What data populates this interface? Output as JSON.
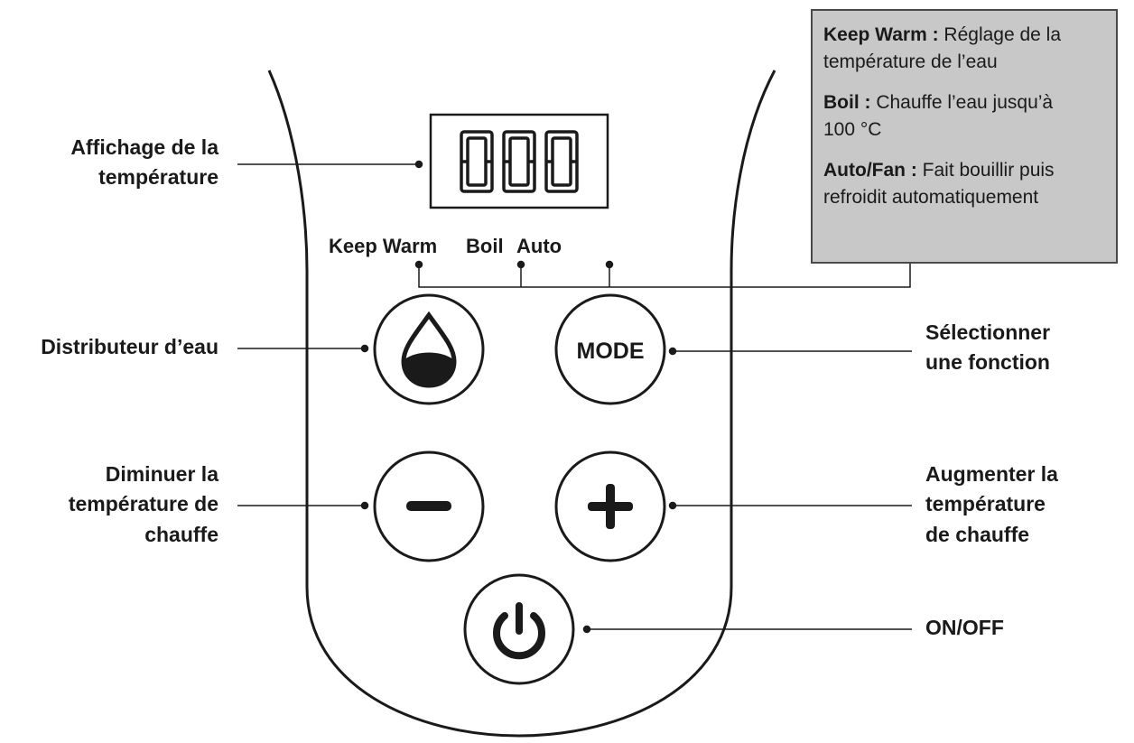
{
  "display": {
    "digits": "000"
  },
  "modes": {
    "keep_warm": "Keep Warm",
    "boil": "Boil",
    "auto": "Auto"
  },
  "buttons": {
    "mode": "MODE"
  },
  "labels": {
    "temp_display": [
      "Affichage de la",
      "température"
    ],
    "water_dispenser": [
      "Distributeur d’eau"
    ],
    "select_function": [
      "Sélectionner",
      "une fonction"
    ],
    "decrease_temp": [
      "Diminuer la",
      "température de",
      "chauffe"
    ],
    "increase_temp": [
      "Augmenter la",
      "température",
      "de chauffe"
    ],
    "on_off": [
      "ON/OFF"
    ]
  },
  "legend": {
    "keep_warm": {
      "term": "Keep Warm :",
      "desc_1": " Réglage de la",
      "desc_2": "température de l’eau"
    },
    "boil": {
      "term": "Boil :",
      "desc_1": " Chauffe l’eau jusqu’à",
      "desc_2": "100 °C"
    },
    "auto_fan": {
      "term": "Auto/Fan :",
      "desc_1": " Fait bouillir puis",
      "desc_2": "refroidit automatiquement"
    }
  },
  "colors": {
    "line": "#1a1a1a",
    "legend_bg": "#c8c8c8",
    "legend_border": "#4a4a4a"
  }
}
